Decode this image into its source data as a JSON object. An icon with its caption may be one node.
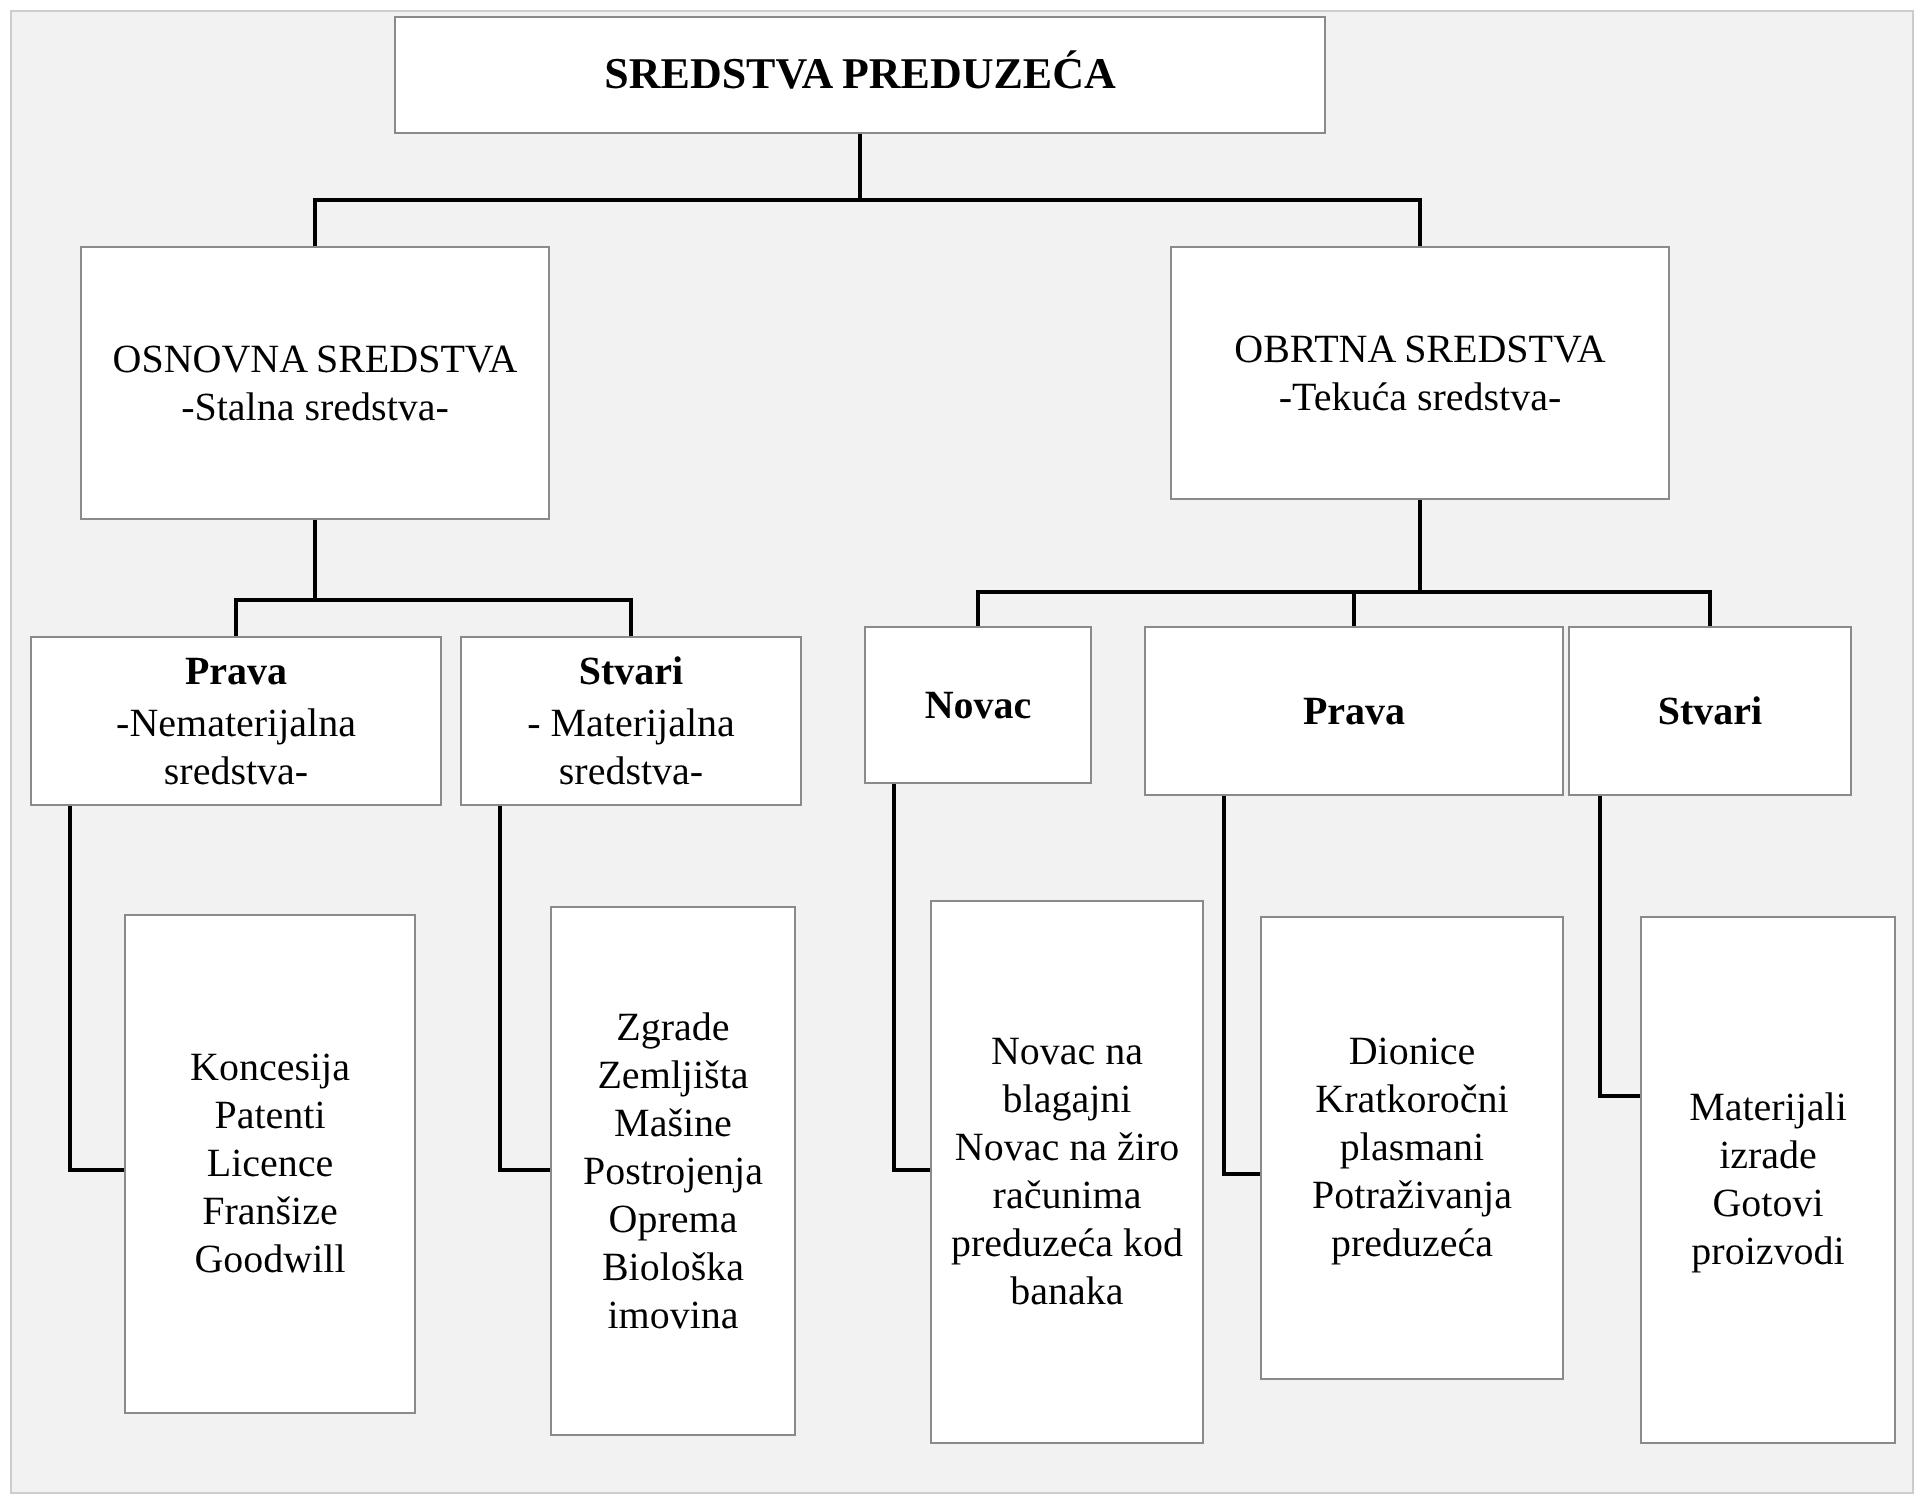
{
  "diagram": {
    "nodes": [
      {
        "text": [
          "SREDSTVA PREDUZEĆA"
        ]
      },
      {
        "text": [
          "OSNOVNA SREDSTVA",
          "-Stalna sredstva-"
        ]
      },
      {
        "text": [
          "OBRTNA SREDSTVA",
          "-Tekuća sredstva-"
        ]
      },
      {
        "text": [
          "Prava",
          "-Nematerijalna sredstva-"
        ]
      },
      {
        "text": [
          "Stvari",
          "- Materijalna sredstva-"
        ]
      },
      {
        "text": [
          "Novac"
        ]
      },
      {
        "text": [
          "Prava"
        ]
      },
      {
        "text": [
          "Stvari"
        ]
      },
      {
        "text": [
          "Koncesija",
          "Patenti",
          "Licence",
          "Franšize",
          "Goodwill"
        ]
      },
      {
        "text": [
          "Zgrade",
          "Zemljišta",
          "Mašine",
          "Postrojenja",
          "Oprema",
          "Biološka imovina"
        ]
      },
      {
        "text": [
          "Novac na blagajni",
          "Novac na žiro računima preduzeća kod banaka"
        ]
      },
      {
        "text": [
          "Dionice",
          "Kratkoročni plasmani",
          "Potraživanja preduzeća"
        ]
      },
      {
        "text": [
          "Materijali izrade",
          "Gotovi proizvodi"
        ]
      }
    ],
    "edges": [
      {
        "from": 0,
        "to": 1,
        "arrow": "none"
      },
      {
        "from": 0,
        "to": 2,
        "arrow": "none"
      },
      {
        "from": 1,
        "to": 3,
        "arrow": "none"
      },
      {
        "from": 1,
        "to": 4,
        "arrow": "none"
      },
      {
        "from": 2,
        "to": 5,
        "arrow": "none"
      },
      {
        "from": 2,
        "to": 6,
        "arrow": "none"
      },
      {
        "from": 2,
        "to": 7,
        "arrow": "none"
      },
      {
        "from": 3,
        "to": 8,
        "arrow": "none"
      },
      {
        "from": 4,
        "to": 9,
        "arrow": "none"
      },
      {
        "from": 5,
        "to": 10,
        "arrow": "none"
      },
      {
        "from": 6,
        "to": 11,
        "arrow": "none"
      },
      {
        "from": 7,
        "to": 12,
        "arrow": "none"
      }
    ]
  }
}
